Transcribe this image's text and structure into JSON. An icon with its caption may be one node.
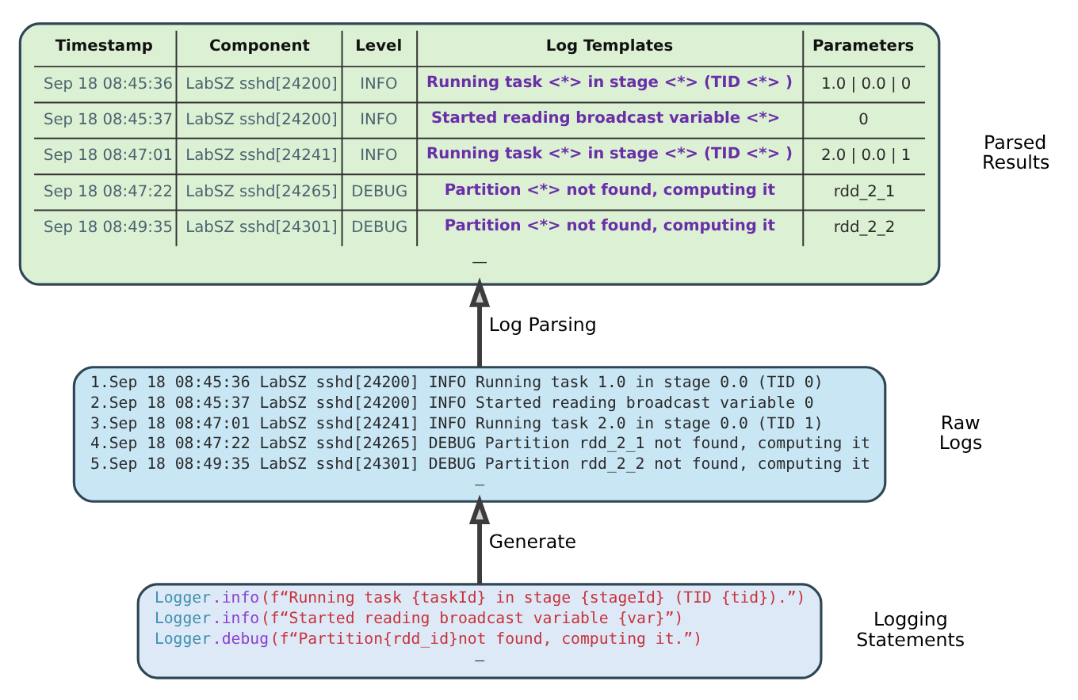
{
  "diagram": {
    "nodes": [
      {
        "text": [
          "Timestamp",
          "Component",
          "Level",
          "Log Templates",
          "Parameters",
          "Sep 18 08:45:36",
          "LabSZ sshd[24200]",
          "INFO",
          "Running task <*> in stage <*> (TID <*> )",
          "1.0 | 0.0 | 0",
          "Sep 18 08:45:37",
          "LabSZ sshd[24200]",
          "INFO",
          "Started reading broadcast variable <*>",
          "0",
          "Sep 18 08:47:01",
          "LabSZ sshd[24241]",
          "INFO",
          "Running task <*> in stage <*> (TID <*> )",
          "2.0 | 0.0 | 1",
          "Sep 18 08:47:22",
          "LabSZ sshd[24265]",
          "DEBUG",
          "Partition <*> not found, computing it",
          "rdd_2_1",
          "Sep 18 08:49:35",
          "LabSZ sshd[24301]",
          "DEBUG",
          "Partition <*> not found, computing it",
          "rdd_2_2",
          "—"
        ],
        "beside": [
          "Parsed Results"
        ]
      },
      {
        "text": [
          "1.Sep 18 08:45:36 LabSZ sshd[24200] INFO Running task 1.0 in stage 0.0 (TID 0)",
          "2.Sep 18 08:45:37 LabSZ sshd[24200] INFO Started reading broadcast variable 0",
          "3.Sep 18 08:47:01 LabSZ sshd[24241] INFO Running task 2.0 in stage 0.0 (TID 1)",
          "4.Sep 18 08:47:22 LabSZ sshd[24265] DEBUG Partition rdd_2_1 not found, computing it",
          "5.Sep 18 08:49:35 LabSZ sshd[24301] DEBUG Partition rdd_2_2 not found, computing it",
          "—"
        ],
        "beside": [
          "Raw Logs"
        ]
      },
      {
        "text": [
          "Logger.info(f“Running task {taskId} in stage {stageId} (TID {tid}).”)",
          "Logger.info(f“Started reading broadcast variable {var}”)",
          "Logger.debug(f“Partition{rdd_id}not found, computing it.”)",
          "—"
        ],
        "beside": [
          "Logging Statements"
        ]
      }
    ],
    "edges": [
      {
        "from": 1,
        "to": 0,
        "arrow": "to",
        "label": "Log Parsing"
      },
      {
        "from": 2,
        "to": 1,
        "arrow": "to",
        "label": "Generate"
      }
    ]
  }
}
